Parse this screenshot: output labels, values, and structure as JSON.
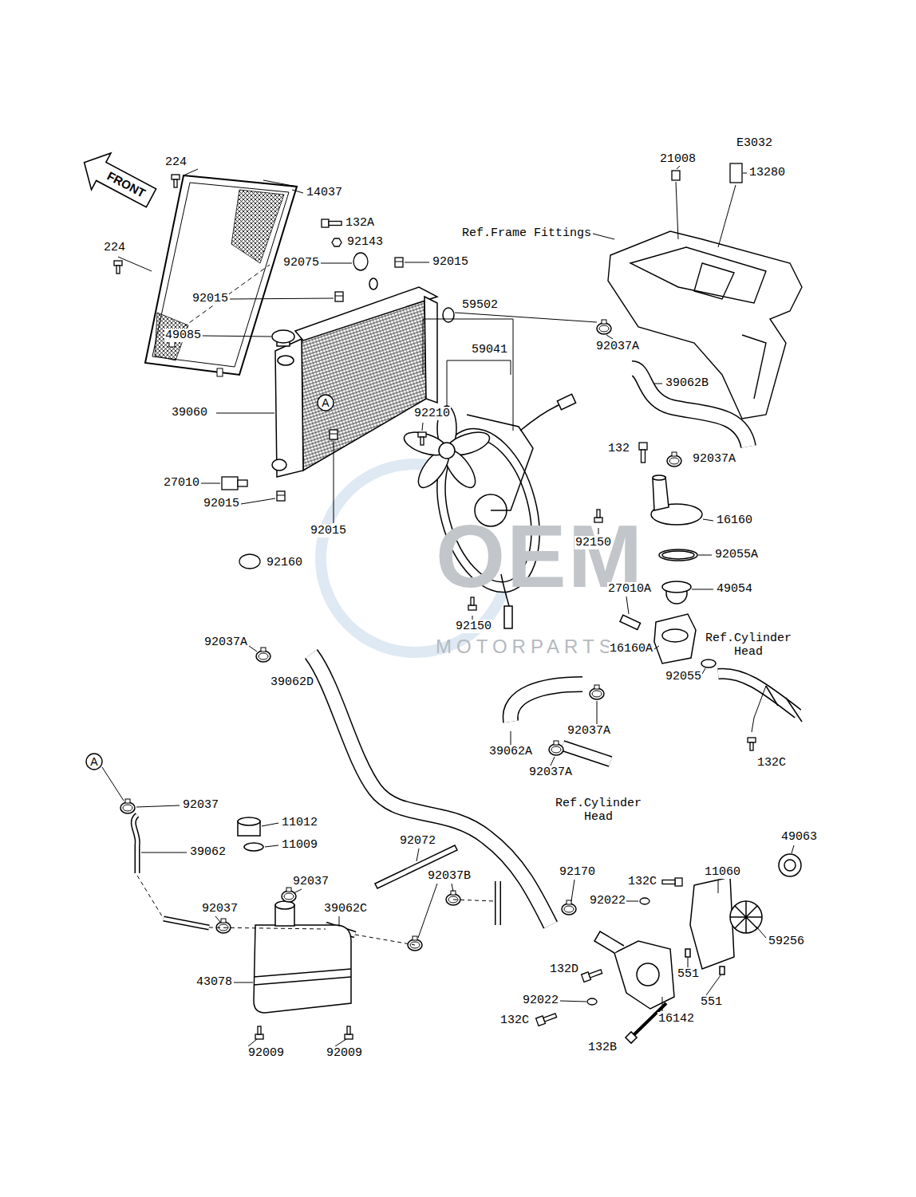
{
  "diagram": {
    "nodes": [
      {
        "text": [
          "FRONT"
        ]
      },
      {
        "text": [
          "A"
        ]
      },
      {
        "text": [
          "A"
        ]
      }
    ],
    "labels": [
      "E3032",
      "21008",
      "13280",
      "224",
      "14037",
      "132A",
      "Ref.Frame Fittings",
      "92143",
      "224",
      "92075",
      "92015",
      "92015",
      "59502",
      "49085",
      "92037A",
      "59041",
      "39062B",
      "39060",
      "92210",
      "132",
      "92037A",
      "27010",
      "92015",
      "16160",
      "92015",
      "92150",
      "92055A",
      "OEM",
      "92160",
      "27010A",
      "49054",
      "92150",
      "Ref.Cylinder Head",
      "92037A",
      "MOTORPARTS",
      "16160A",
      "92055",
      "39062D",
      "92037A",
      "39062A",
      "132C",
      "92037A",
      "Ref.Cylinder Head",
      "92037",
      "11012",
      "49063",
      "92072",
      "11009",
      "39062",
      "92170",
      "11060",
      "92037B",
      "132C",
      "92037",
      "92022",
      "92037",
      "39062C",
      "59256",
      "132D",
      "551",
      "43078",
      "92022",
      "551",
      "16142",
      "132C",
      "132B",
      "92009",
      "92009"
    ]
  }
}
